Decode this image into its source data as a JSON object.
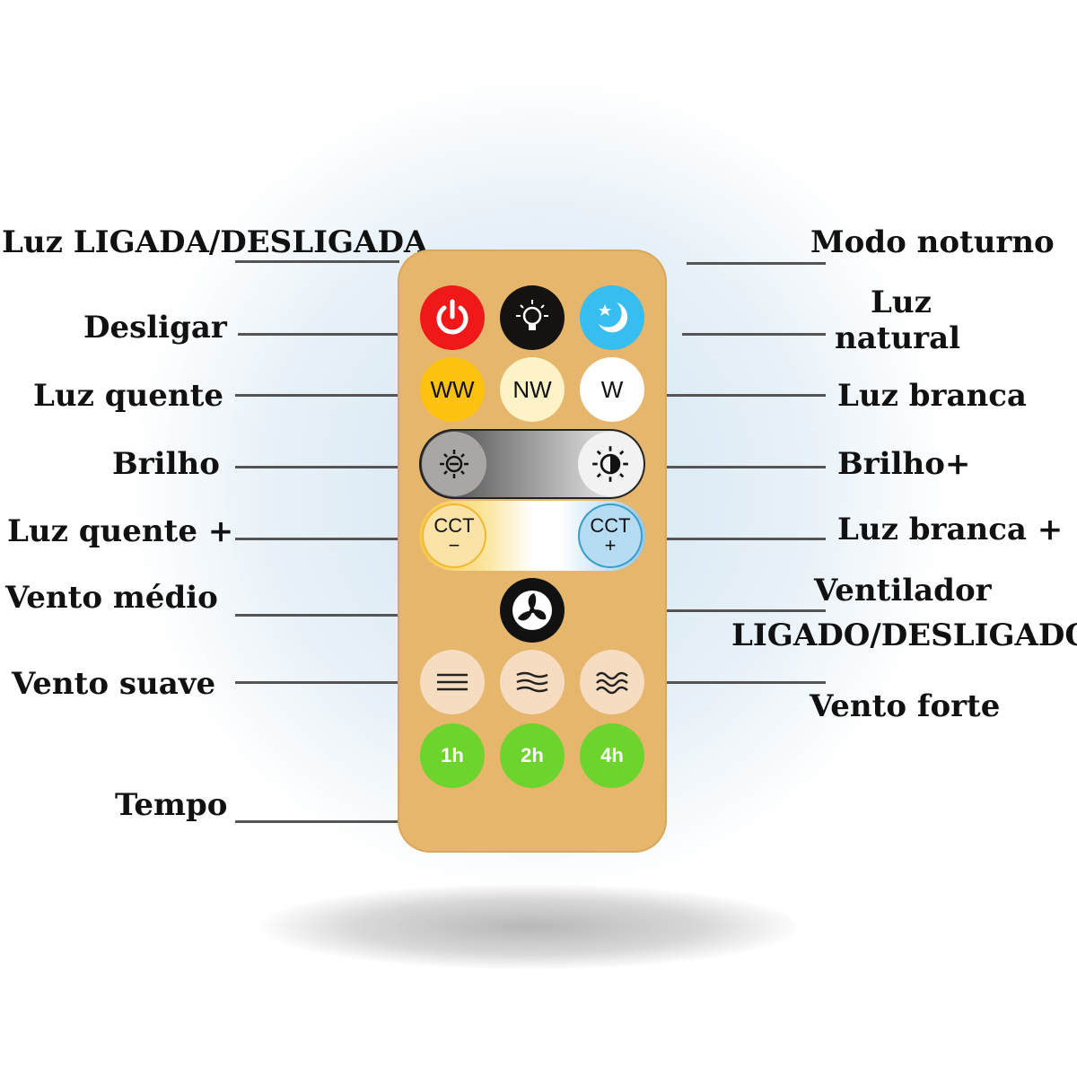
{
  "left_labels": {
    "power": "Luz LIGADA/DESLIGADA",
    "off": "Desligar",
    "warm": "Luz quente",
    "brightness_down": "Brilho",
    "warm_plus": "Luz quente +",
    "wind_medium": "Vento médio",
    "wind_soft": "Vento suave",
    "timer": "Tempo"
  },
  "right_labels": {
    "night": "Modo noturno",
    "natural_1": "Luz",
    "natural_2": "natural",
    "white": "Luz branca",
    "brightness_up": "Brilho+",
    "white_plus": "Luz branca +",
    "fan_1": "Ventilador",
    "fan_2": "LIGADO/DESLIGADO",
    "wind_strong": "Vento forte"
  },
  "remote": {
    "ww": "WW",
    "nw": "NW",
    "w": "W",
    "cct_minus_1": "CCT",
    "cct_minus_2": "−",
    "cct_plus_1": "CCT",
    "cct_plus_2": "+",
    "t1": "1h",
    "t2": "2h",
    "t4": "4h"
  },
  "colors": {
    "remote": "#e5b66c",
    "power": "#f01818",
    "night": "#38bdf0",
    "timer": "#6cd42c"
  }
}
